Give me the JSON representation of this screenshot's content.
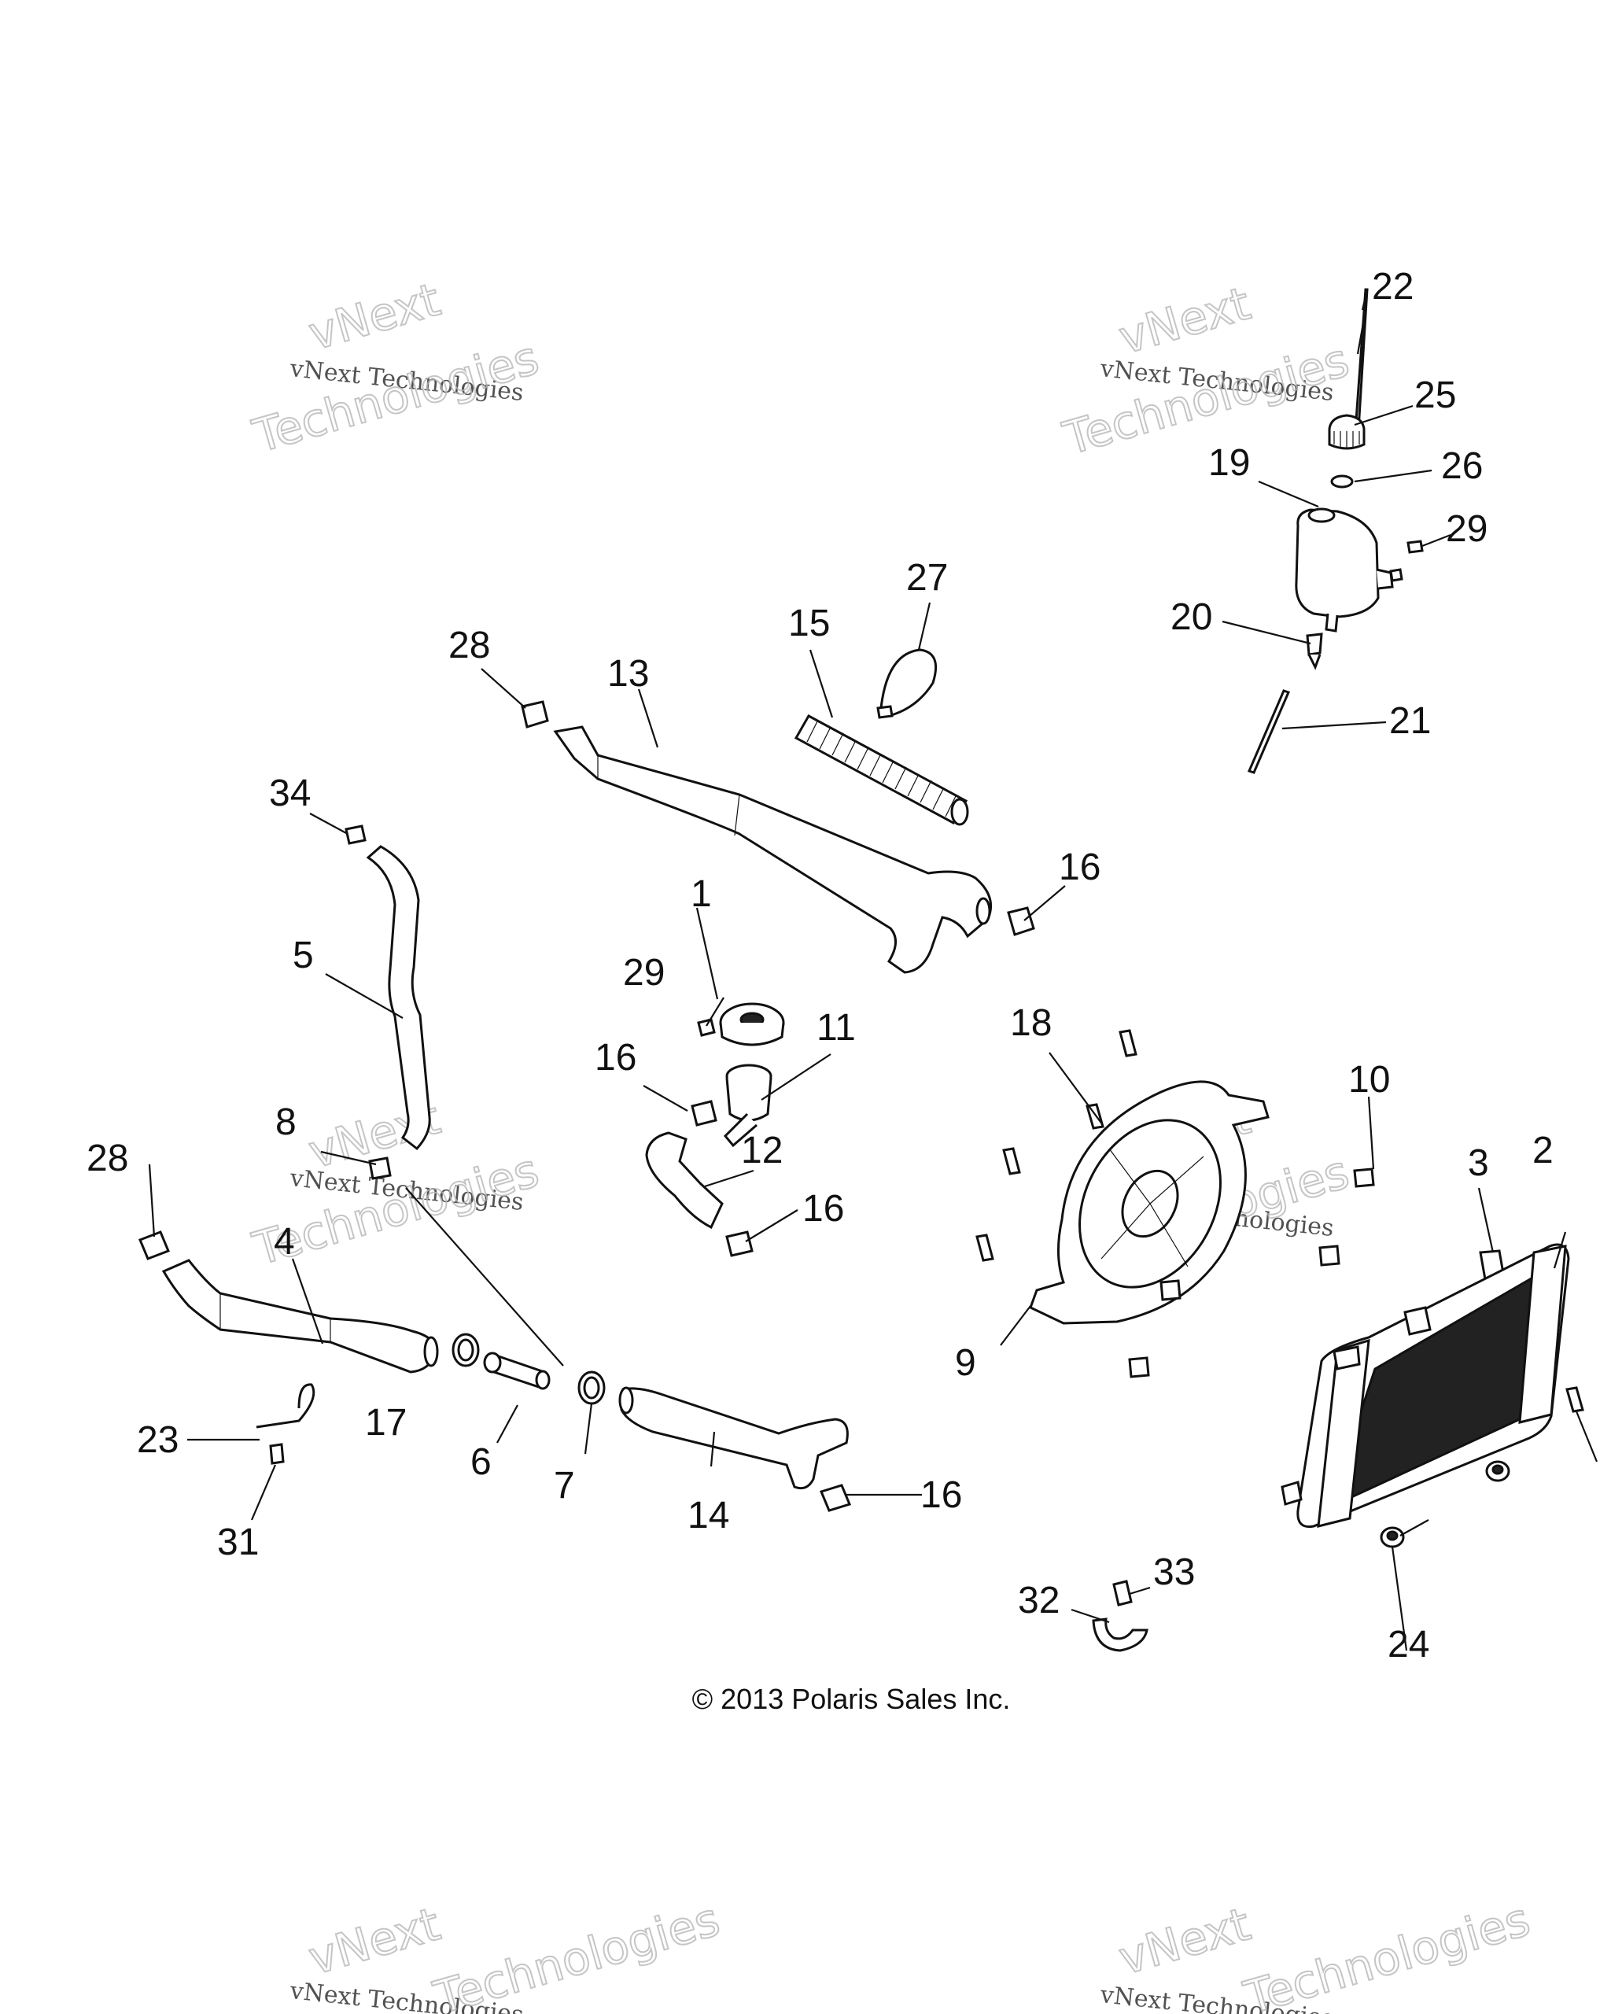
{
  "copyright": "© 2013 Polaris Sales Inc.",
  "watermark": {
    "line_small": "vNext Technologies",
    "line_big_top": "vNext",
    "line_big_bottom": "Technologies"
  },
  "callouts": [
    "1",
    "2",
    "3",
    "4",
    "5",
    "6",
    "7",
    "8",
    "9",
    "10",
    "11",
    "12",
    "13",
    "14",
    "15",
    "16",
    "17",
    "18",
    "19",
    "20",
    "21",
    "22",
    "23",
    "24",
    "25",
    "26",
    "27",
    "28",
    "29",
    "31",
    "32",
    "33",
    "34"
  ],
  "colors": {
    "line": "#111111",
    "watermark": "#b7b7b7",
    "background": "#ffffff"
  }
}
